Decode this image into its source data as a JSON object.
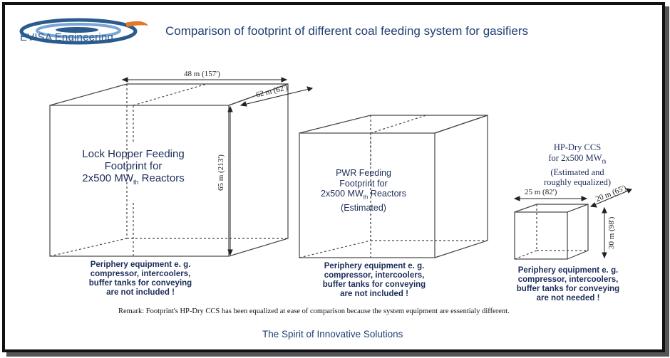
{
  "header": {
    "logo_text": "EVISA Engineering",
    "title": "Comparison of footprint of different coal feeding system for gasifiers"
  },
  "boxes": {
    "lock_hopper": {
      "width_dim": "48 m (157')",
      "depth_dim": "62 m (62')",
      "height_dim": "65 m (213')",
      "label_line1": "Lock Hopper Feeding",
      "label_line2": "Footprint for",
      "label_line3_pre": "2x500 MW",
      "label_line3_sub": "th",
      "label_line3_post": " Reactors",
      "note_lines": [
        "Periphery equipment e. g.",
        "compressor, intercoolers,",
        "buffer tanks for conveying",
        "are not included !"
      ]
    },
    "pwr": {
      "label_line1": "PWR Feeding",
      "label_line2": "Footprint for",
      "label_line3_pre": "2x500 MW",
      "label_line3_sub": "th",
      "label_line3_post": " Reactors",
      "label_line4": "(Estimated)",
      "note_lines": [
        "Periphery equipment e. g.",
        "compressor, intercoolers,",
        "buffer tanks for conveying",
        "are not included !"
      ]
    },
    "hp_dry": {
      "label_line1": "HP-Dry CCS",
      "label_line2_pre": "for 2x500 MW",
      "label_line2_sub": "th",
      "label_line3": "(Estimated and",
      "label_line4": "roughly equalized)",
      "width_dim": "25 m (82')",
      "depth_dim": "20 m (65')",
      "height_dim": "30 m (98')",
      "note_lines": [
        "Periphery equipment e. g.",
        "compressor, intercoolers,",
        "buffer tanks for conveying",
        "are not needed !"
      ]
    }
  },
  "remark": "Remark: Footprint's HP-Dry CCS has been equalized at ease of comparison because the system equipment are essentialy different.",
  "slogan": "The Spirit of Innovative Solutions",
  "colors": {
    "accent": "#1f3f74",
    "logo_blue": "#2a5b8c",
    "logo_orange": "#e07a2a"
  }
}
